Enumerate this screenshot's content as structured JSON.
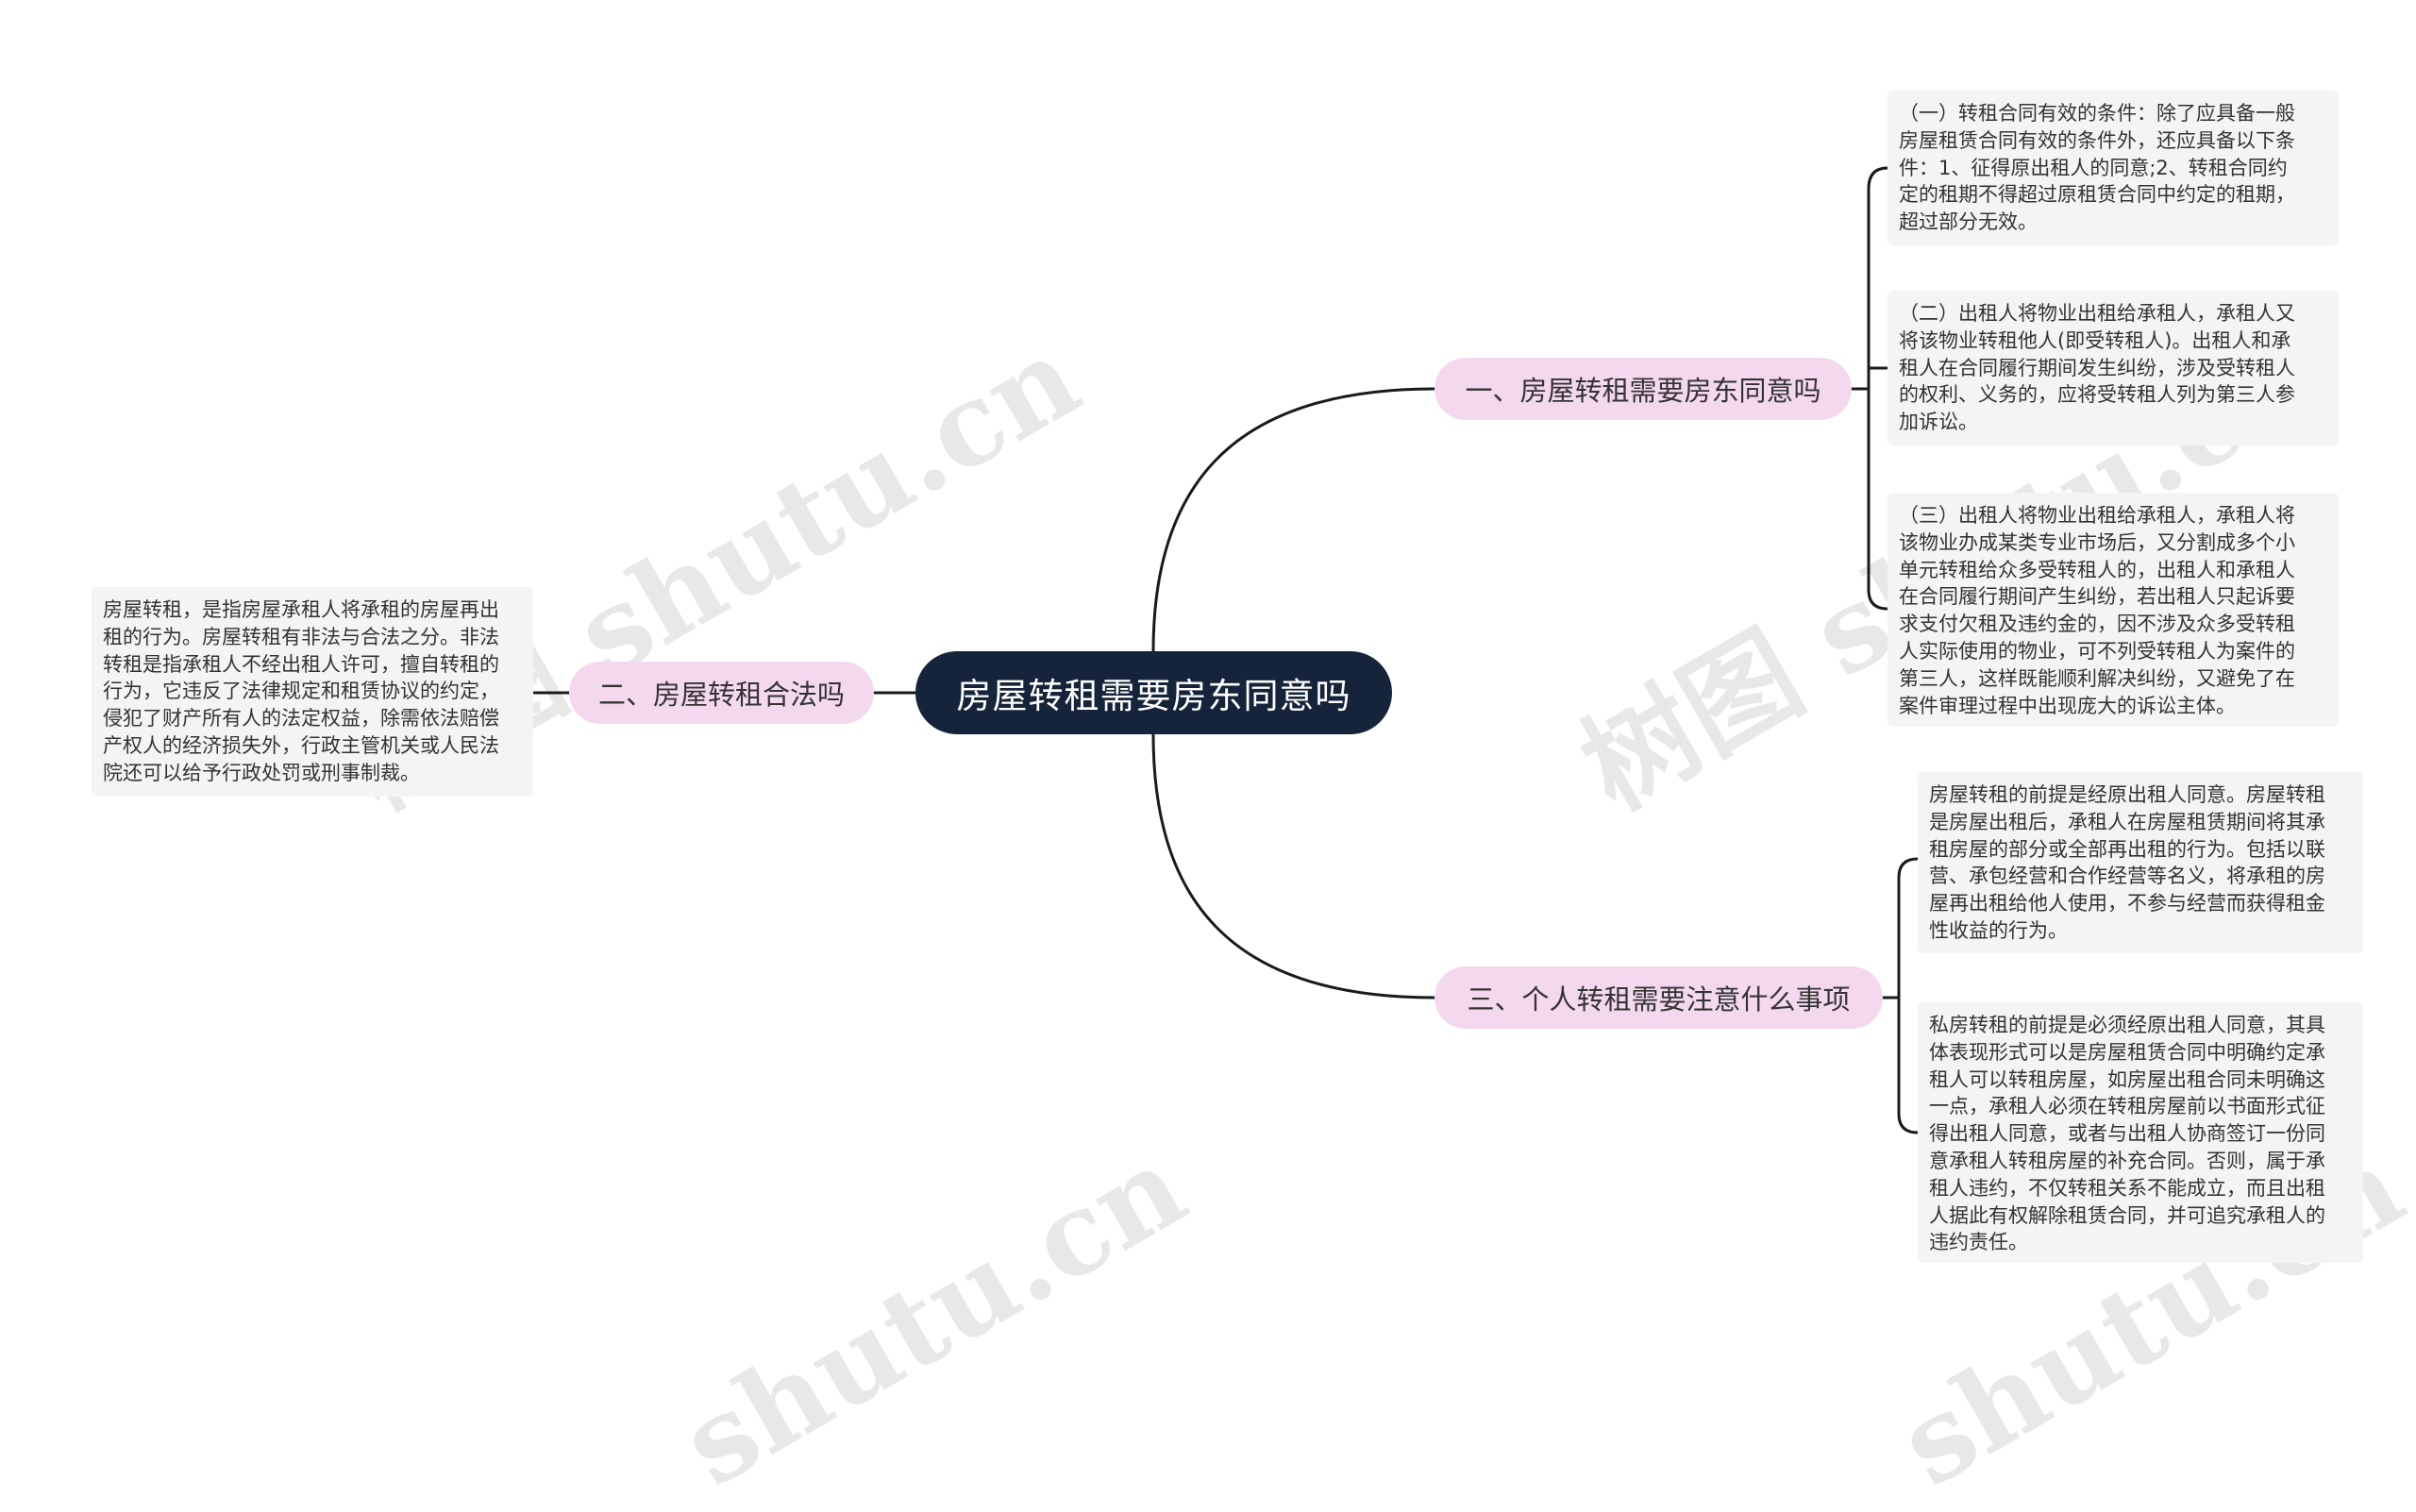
{
  "root": {
    "label": "房屋转租需要房东同意吗"
  },
  "branches": [
    {
      "label": "一、房屋转租需要房东同意吗",
      "leaves": [
        "（一）转租合同有效的条件：除了应具备一般\n房屋租赁合同有效的条件外，还应具备以下条\n件：1、征得原出租人的同意;2、转租合同约\n定的租期不得超过原租赁合同中约定的租期，\n超过部分无效。",
        "（二）出租人将物业出租给承租人，承租人又\n将该物业转租他人(即受转租人)。出租人和承\n租人在合同履行期间发生纠纷，涉及受转租人\n的权利、义务的，应将受转租人列为第三人参\n加诉讼。",
        "（三）出租人将物业出租给承租人，承租人将\n该物业办成某类专业市场后，又分割成多个小\n单元转租给众多受转租人的，出租人和承租人\n在合同履行期间产生纠纷，若出租人只起诉要\n求支付欠租及违约金的，因不涉及众多受转租\n人实际使用的物业，可不列受转租人为案件的\n第三人，这样既能顺利解决纠纷，又避免了在\n案件审理过程中出现庞大的诉讼主体。"
      ]
    },
    {
      "label": "二、房屋转租合法吗",
      "leaves": [
        "房屋转租，是指房屋承租人将承租的房屋再出\n租的行为。房屋转租有非法与合法之分。非法\n转租是指承租人不经出租人许可，擅自转租的\n行为，它违反了法律规定和租赁协议的约定，\n侵犯了财产所有人的法定权益，除需依法赔偿\n产权人的经济损失外，行政主管机关或人民法\n院还可以给予行政处罚或刑事制裁。"
      ]
    },
    {
      "label": "三、个人转租需要注意什么事项",
      "leaves": [
        "房屋转租的前提是经原出租人同意。房屋转租\n是房屋出租后，承租人在房屋租赁期间将其承\n租房屋的部分或全部再出租的行为。包括以联\n营、承包经营和合作经营等名义，将承租的房\n屋再出租给他人使用，不参与经营而获得租金\n性收益的行为。",
        "私房转租的前提是必须经原出租人同意，其具\n体表现形式可以是房屋租赁合同中明确约定承\n租人可以转租房屋，如房屋出租合同未明确这\n一点，承租人必须在转租房屋前以书面形式征\n得出租人同意，或者与出租人协商签订一份同\n意承租人转租房屋的补充合同。否则，属于承\n租人违约，不仅转租关系不能成立，而且出租\n人据此有权解除租赁合同，并可追究承租人的\n违约责任。"
      ]
    }
  ],
  "watermark": {
    "text_cn": "树图 shutu.cn",
    "text_partial": "shutu.cn"
  },
  "colors": {
    "root_bg": "#15243a",
    "branch_bg": "#f4d8ee",
    "leaf_bg": "#f4f4f4",
    "line": "#1a1a1a"
  }
}
